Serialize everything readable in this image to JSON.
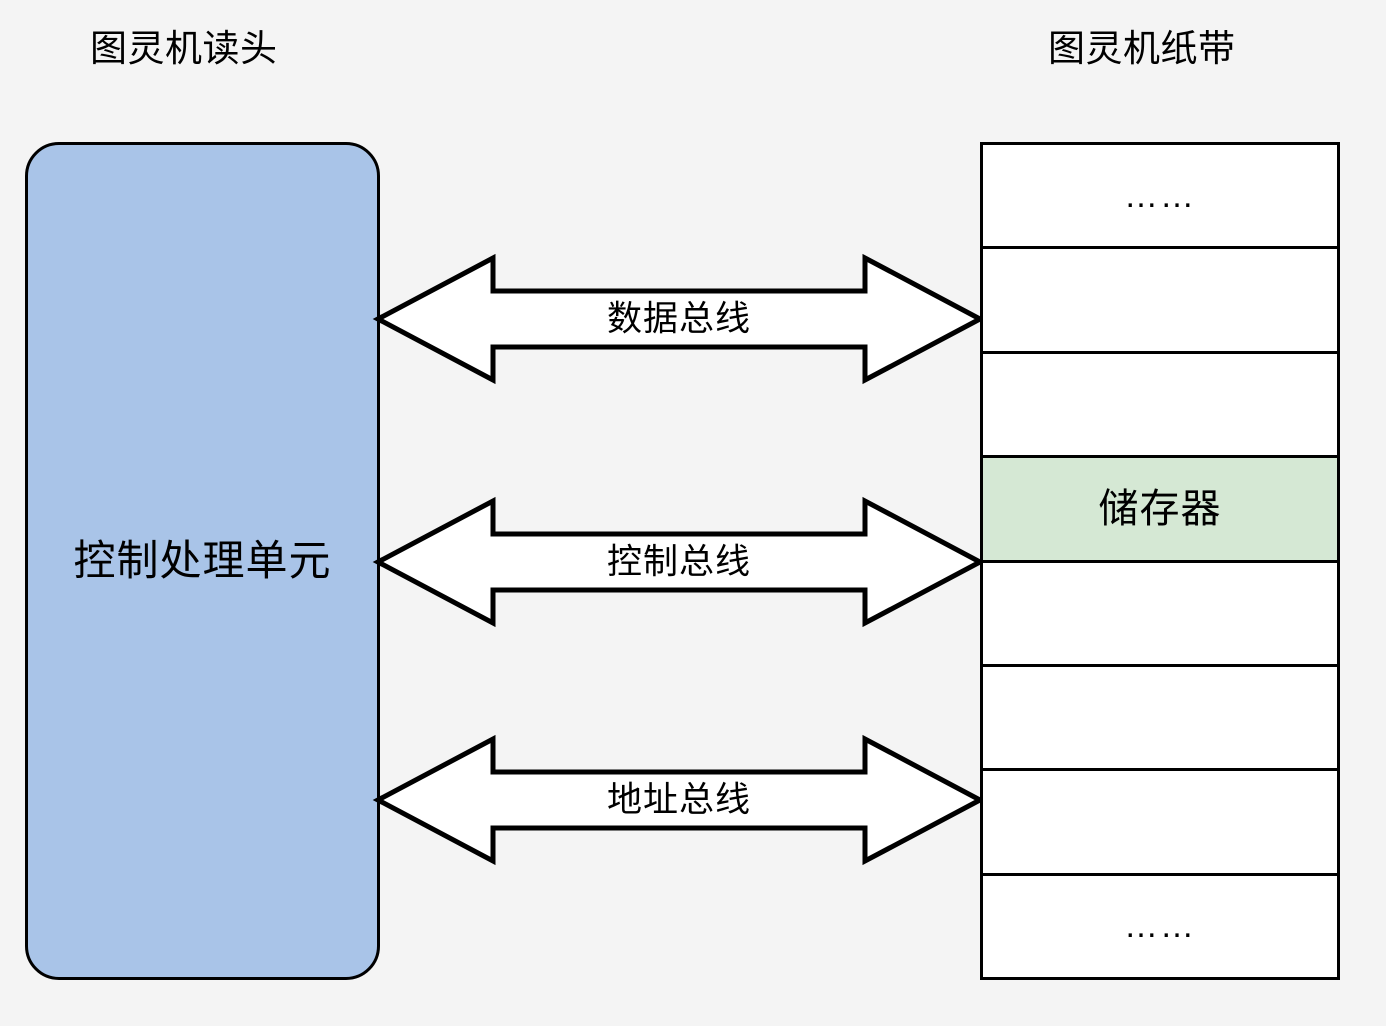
{
  "diagram": {
    "background_color": "#f4f4f4",
    "titles": {
      "left": "图灵机读头",
      "right": "图灵机纸带"
    },
    "cpu": {
      "label": "控制处理单元",
      "fill_color": "#a9c4e8",
      "border_color": "#000000"
    },
    "tape": {
      "fill_color": "#ffffff",
      "border_color": "#000000",
      "highlight_color": "#d5e8d4",
      "cells": [
        {
          "text": "……",
          "highlight": false
        },
        {
          "text": "",
          "highlight": false
        },
        {
          "text": "",
          "highlight": false
        },
        {
          "text": "储存器",
          "highlight": true
        },
        {
          "text": "",
          "highlight": false
        },
        {
          "text": "",
          "highlight": false
        },
        {
          "text": "",
          "highlight": false
        },
        {
          "text": "……",
          "highlight": false
        }
      ]
    },
    "buses": [
      {
        "label": "数据总线",
        "name": "data-bus"
      },
      {
        "label": "控制总线",
        "name": "control-bus"
      },
      {
        "label": "地址总线",
        "name": "address-bus"
      }
    ]
  }
}
